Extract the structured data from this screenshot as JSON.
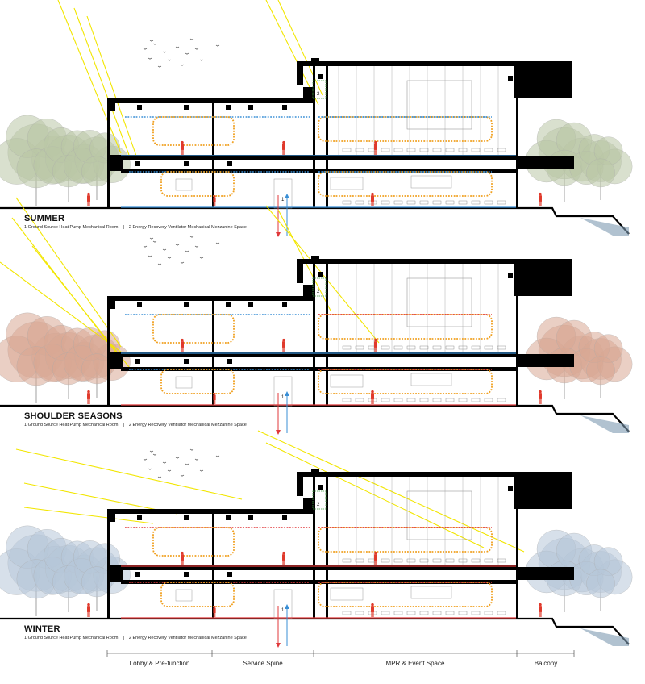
{
  "sections": [
    {
      "season": "SUMMER",
      "legend_1": "1 Ground Source Heat Pump Mechanical Room",
      "legend_sep": "|",
      "legend_2": "2 Energy Recovery Ventilator Mechanical Mezzanine Space",
      "label_1": "1",
      "label_2": "2",
      "tree_color": "#b9c6a6",
      "mpr_loop_color": "#3a8fd6",
      "lobby_loop_color": "#3a8fd6",
      "sun_angle": "high"
    },
    {
      "season": "SHOULDER SEASONS",
      "legend_1": "1 Ground Source Heat Pump Mechanical Room",
      "legend_sep": "|",
      "legend_2": "2 Energy Recovery Ventilator Mechanical Mezzanine Space",
      "label_1": "1",
      "label_2": "2",
      "tree_color": "#d8a793",
      "mpr_loop_color": "#e0393b",
      "lobby_loop_color": "#3a8fd6",
      "sun_angle": "medium"
    },
    {
      "season": "WINTER",
      "legend_1": "1 Ground Source Heat Pump Mechanical Room",
      "legend_sep": "|",
      "legend_2": "2 Energy Recovery Ventilator Mechanical Mezzanine Space",
      "label_1": "1",
      "label_2": "2",
      "tree_color": "#b7c6d9",
      "mpr_loop_color": "#e0393b",
      "lobby_loop_color": "#e0393b",
      "sun_angle": "low"
    }
  ],
  "zones": [
    {
      "label": "Lobby & Pre-function"
    },
    {
      "label": "Service Spine"
    },
    {
      "label": "MPR & Event Space"
    },
    {
      "label": "Balcony"
    }
  ],
  "colors": {
    "structure": "#000000",
    "sun": "#f2e600",
    "cool": "#3a8fd6",
    "warm": "#e0393b",
    "loop": "#f0a020",
    "figure": "#e0392b",
    "interior_line": "#9a9a9a"
  }
}
